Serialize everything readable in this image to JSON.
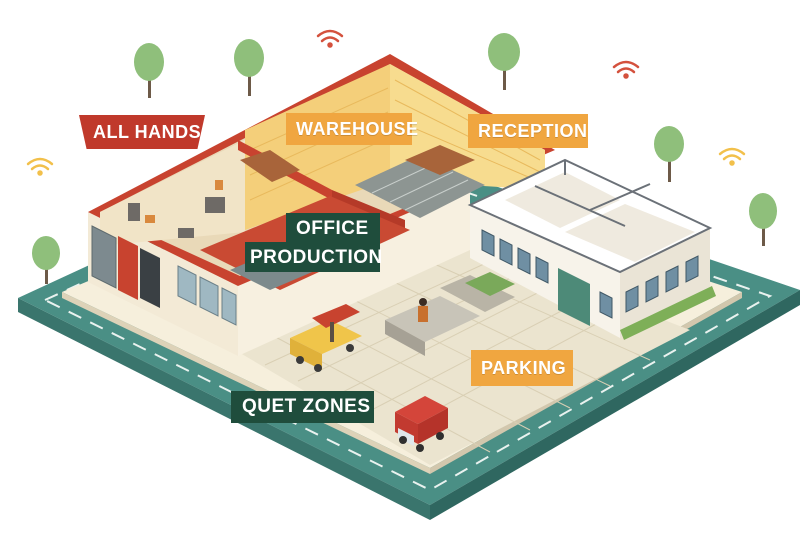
{
  "labels": {
    "all_hands": "ALL HANDS",
    "warehouse": "WAREHOUSE",
    "reception": "RECEPTION",
    "office": "OFFICE",
    "production": "PRODUCTION",
    "parking": "PARKING",
    "quiet_zones": "QUET ZONES"
  },
  "icons": [
    "tree-icon",
    "wifi-icon",
    "delivery-truck-icon",
    "food-cart-icon"
  ],
  "colors": {
    "road": "#4a8f85",
    "lawn": "#f6efdc",
    "plaza": "#ebe4cf",
    "wall_cream": "#f3ead6",
    "roof_red": "#c8432f",
    "floor_red": "#c94a33",
    "warehouse_wall": "#f4cf7a",
    "label_orange": "#f0a640",
    "label_red": "#c0392b",
    "label_green": "#1f4d3c",
    "wifi_red": "#d4513d",
    "wifi_yellow": "#f2c04b",
    "tree_green": "#8fbf7b"
  }
}
